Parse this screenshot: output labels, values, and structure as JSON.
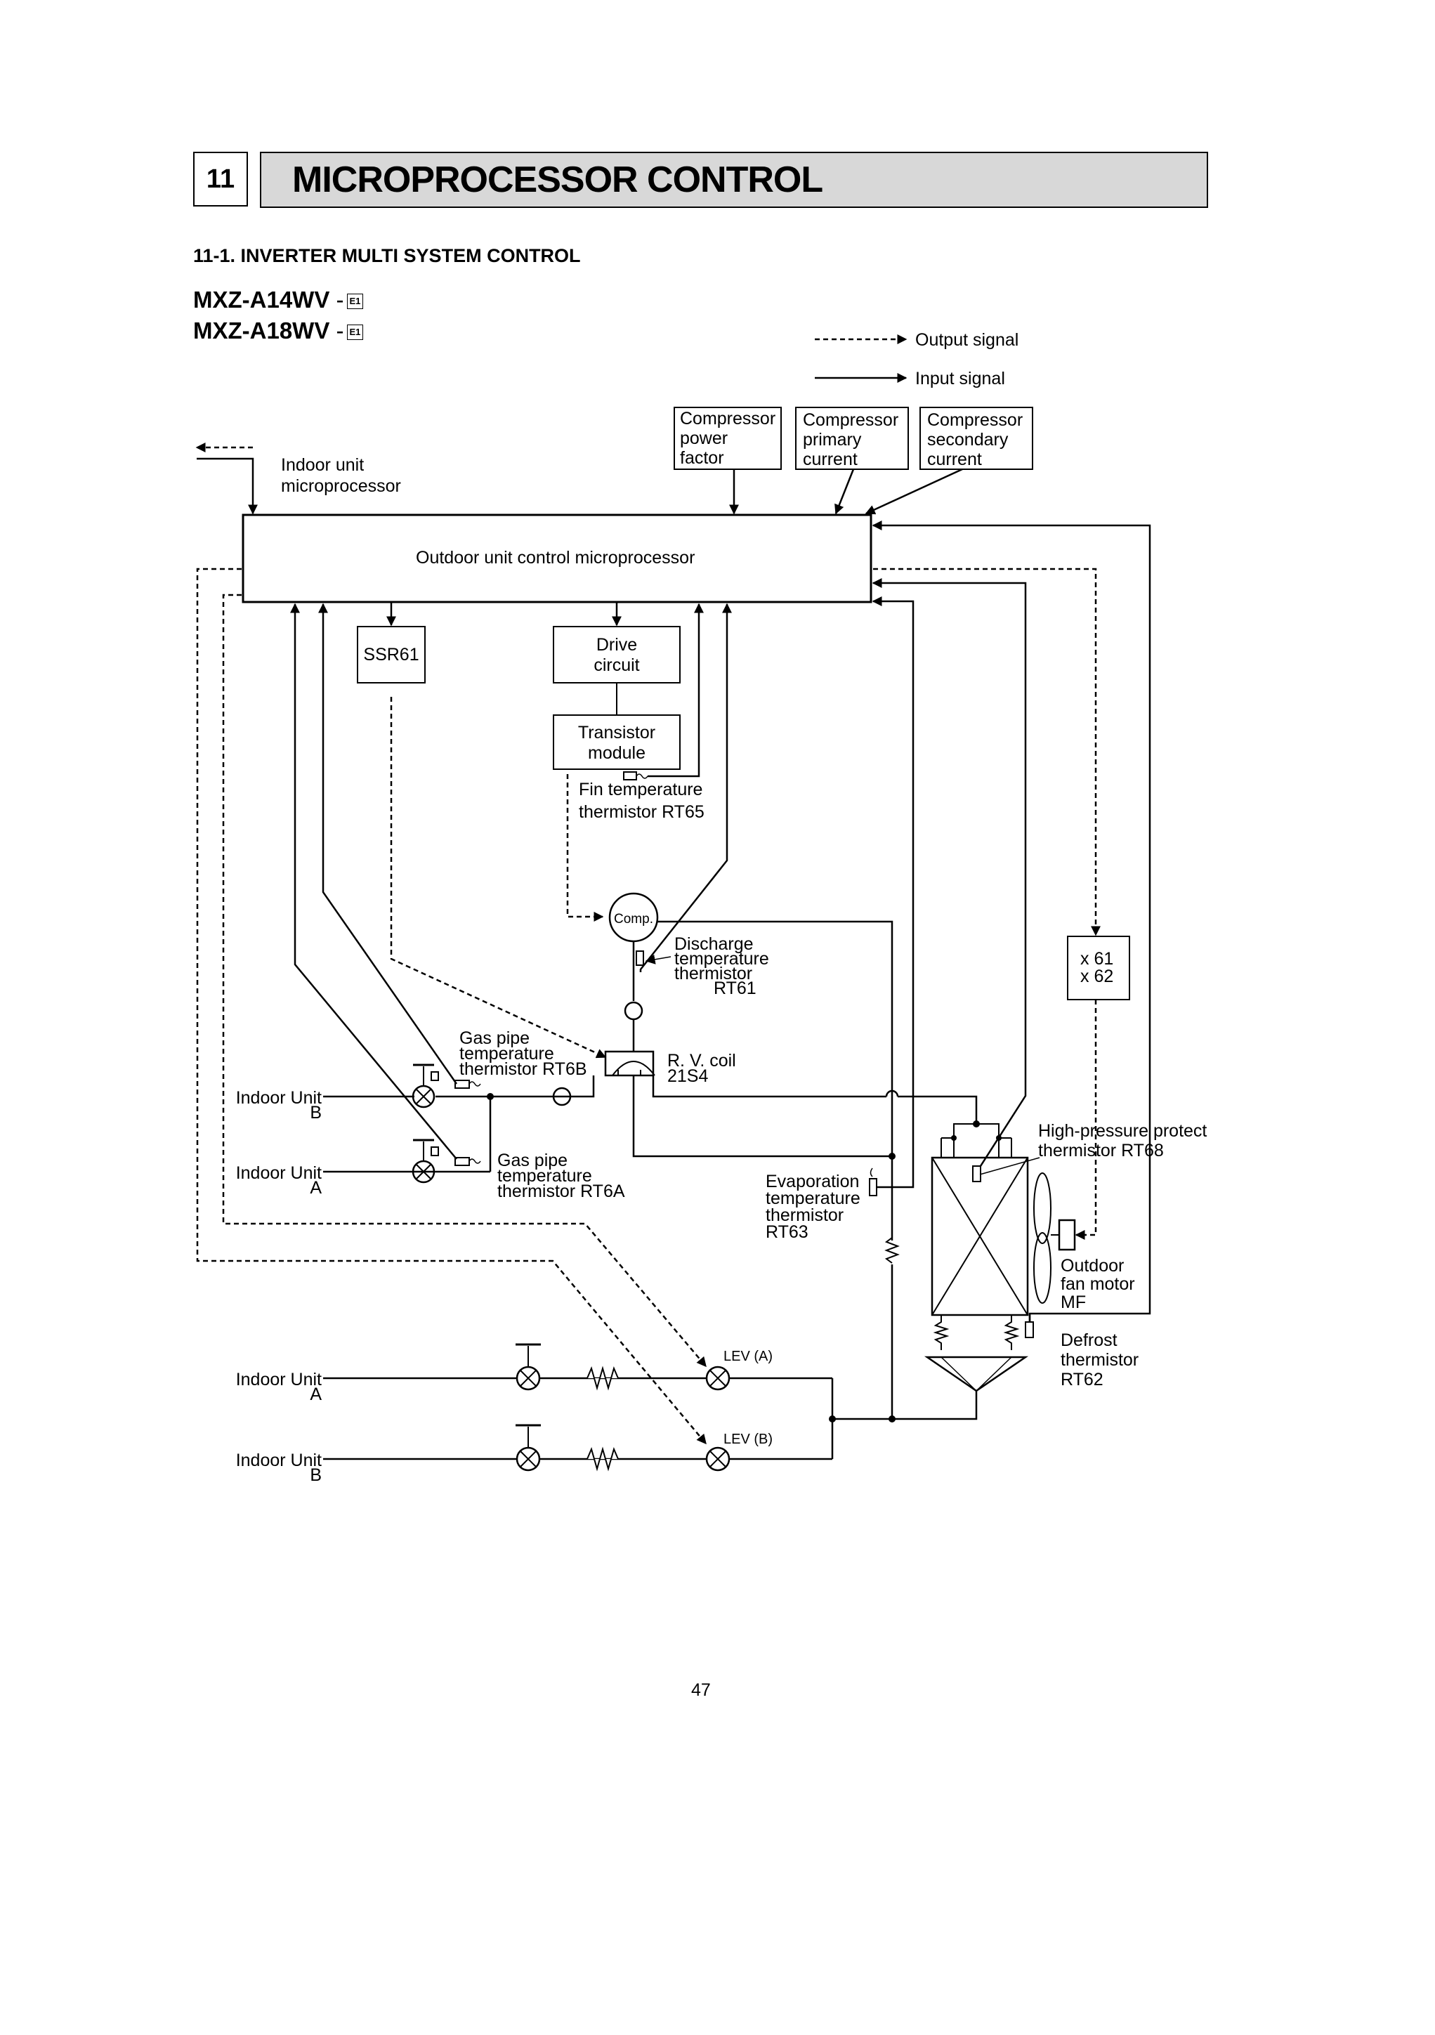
{
  "section": {
    "number": "11",
    "title": "MICROPROCESSOR CONTROL"
  },
  "subsection": "11-1. INVERTER MULTI SYSTEM CONTROL",
  "models": [
    {
      "name": "MXZ-A14WV",
      "suffix": "-",
      "badge": "E1"
    },
    {
      "name": "MXZ-A18WV",
      "suffix": "-",
      "badge": "E1"
    }
  ],
  "legend": {
    "output": "Output signal",
    "input": "Input signal"
  },
  "labels": {
    "indoor_micro": [
      "Indoor unit",
      "microprocessor"
    ],
    "comp_pf": [
      "Compressor",
      "power",
      "factor"
    ],
    "comp_primary": [
      "Compressor",
      "primary",
      "current"
    ],
    "comp_secondary": [
      "Compressor",
      "secondary",
      "current"
    ],
    "outdoor_micro": "Outdoor unit control microprocessor",
    "ssr": "SSR61",
    "drive": [
      "Drive",
      "circuit"
    ],
    "transistor": [
      "Transistor",
      "module"
    ],
    "fin_thermistor": [
      "Fin temperature",
      "thermistor RT65"
    ],
    "comp": "Comp.",
    "discharge": [
      "Discharge",
      "temperature",
      "thermistor",
      "RT61"
    ],
    "gas_pipe_b": [
      "Gas pipe",
      "temperature",
      "thermistor RT6B"
    ],
    "rv_coil": [
      "R. V. coil",
      "21S4"
    ],
    "gas_pipe_a": [
      "Gas pipe",
      "temperature",
      "thermistor RT6A"
    ],
    "evaporation": [
      "Evaporation",
      "temperature",
      "thermistor",
      "RT63"
    ],
    "high_pressure": [
      "High-pressure protect",
      "thermistor RT68"
    ],
    "relays": [
      "x 61",
      "x 62"
    ],
    "fan_motor": [
      "Outdoor",
      "fan motor",
      "MF"
    ],
    "defrost": [
      "Defrost",
      "thermistor",
      "RT62"
    ],
    "indoor_b_top": [
      "Indoor Unit",
      "B"
    ],
    "indoor_a_top": [
      "Indoor Unit",
      "A"
    ],
    "indoor_a_bottom": [
      "Indoor Unit",
      "A"
    ],
    "indoor_b_bottom": [
      "Indoor Unit",
      "B"
    ],
    "lev_a": "LEV (A)",
    "lev_b": "LEV (B)"
  },
  "page_number": "47"
}
